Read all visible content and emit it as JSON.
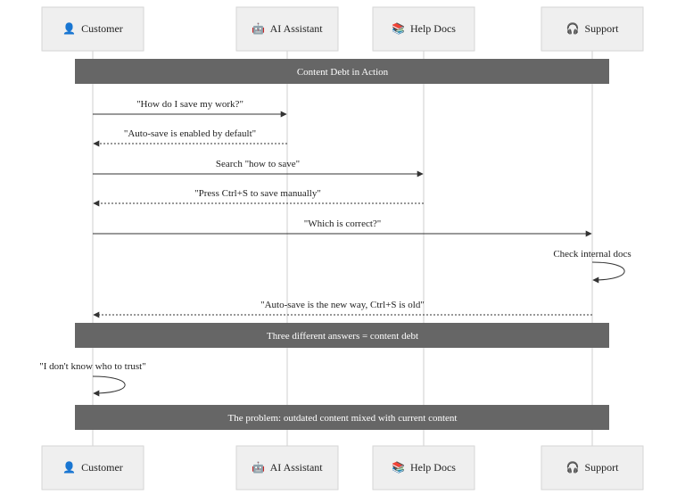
{
  "participants": [
    {
      "id": "customer",
      "label": "Customer",
      "icon": "person-icon",
      "glyph": "👤"
    },
    {
      "id": "ai",
      "label": "AI Assistant",
      "icon": "robot-icon",
      "glyph": "🤖"
    },
    {
      "id": "docs",
      "label": "Help Docs",
      "icon": "books-icon",
      "glyph": "📚"
    },
    {
      "id": "support",
      "label": "Support",
      "icon": "headphones-icon",
      "glyph": "🎧"
    }
  ],
  "notes": [
    {
      "text": "Content Debt in Action"
    },
    {
      "text": "Three different answers = content debt"
    },
    {
      "text": "The problem: outdated content mixed with current content"
    }
  ],
  "messages": [
    {
      "from": "customer",
      "to": "ai",
      "text": "\"How do I save my work?\"",
      "style": "solid"
    },
    {
      "from": "ai",
      "to": "customer",
      "text": "\"Auto-save is enabled by default\"",
      "style": "dashed"
    },
    {
      "from": "customer",
      "to": "docs",
      "text": "Search \"how to save\"",
      "style": "solid"
    },
    {
      "from": "docs",
      "to": "customer",
      "text": "\"Press Ctrl+S to save manually\"",
      "style": "dashed"
    },
    {
      "from": "customer",
      "to": "support",
      "text": "\"Which is correct?\"",
      "style": "solid"
    },
    {
      "from": "support",
      "to": "support",
      "text": "Check internal docs",
      "style": "self"
    },
    {
      "from": "support",
      "to": "customer",
      "text": "\"Auto-save is the new way, Ctrl+S is old\"",
      "style": "dashed"
    },
    {
      "from": "customer",
      "to": "customer",
      "text": "\"I don't know who to trust\"",
      "style": "self"
    }
  ]
}
